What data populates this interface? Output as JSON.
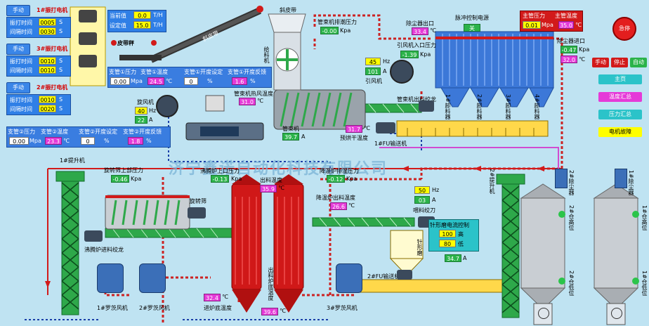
{
  "motors": [
    {
      "mode": "手动",
      "name": "1#振打电机",
      "labels": [
        "振打时间",
        "间隔时间"
      ],
      "values": [
        "0005",
        "0030"
      ],
      "unit": "S"
    },
    {
      "mode": "手动",
      "name": "3#振打电机",
      "labels": [
        "振打时间",
        "间隔时间"
      ],
      "values": [
        "0010",
        "0010"
      ],
      "unit": "S"
    },
    {
      "mode": "手动",
      "name": "2#振打电机",
      "labels": [
        "振打时间",
        "间隔时间"
      ],
      "values": [
        "0010",
        "0020"
      ],
      "unit": "S"
    }
  ],
  "current_value": {
    "label": "当前值",
    "value": "0.0",
    "unit": "T/H"
  },
  "set_value": {
    "label": "设定值",
    "value": "15.0",
    "unit": "T/H"
  },
  "belt_scale": "皮带秤",
  "inclined_belt": "斜皮带",
  "inclined_belt_lbl": "斜皮带",
  "feeder": "给料机",
  "main1": {
    "h": [
      "支管①压力",
      "支管①温度",
      "支管①开度设定",
      "支管①开度反馈"
    ],
    "v": [
      "0.00",
      "24.5",
      "0",
      "1.6"
    ],
    "u": [
      "Mpa",
      "℃",
      "%",
      "%"
    ]
  },
  "main2": {
    "h": [
      "支管②压力",
      "支管②温度",
      "支管②开度设定",
      "支管②开度反馈"
    ],
    "v": [
      "0.00",
      "23.3",
      "0",
      "1.8"
    ],
    "u": [
      "Mpa",
      "℃",
      "%",
      "%"
    ]
  },
  "bundle_exhaust": {
    "label": "管束机排潮压力",
    "value": "-0.00",
    "unit": "Kpa"
  },
  "bundle_hot_air": {
    "label": "管束机热风温度",
    "value": "31.0",
    "unit": "℃"
  },
  "fan": {
    "label": "旋风机",
    "hz": "40",
    "a": "22"
  },
  "bundle_machine": {
    "label": "管束机",
    "value": "39.7",
    "unit": "A"
  },
  "predry": {
    "label": "预烘干温度",
    "value": "31.7",
    "unit": "℃"
  },
  "conveyor1": "1#FU输送机",
  "bundle_outlet_screw": "管束机出料绞龙",
  "dust_outlet": {
    "label": "除尘器出口",
    "value": "33.4",
    "unit": "℃"
  },
  "induced_fan": {
    "label": "引风机",
    "hz": "45",
    "a": "101"
  },
  "induced_inlet": {
    "label": "引风机入口压力",
    "value": "-1.39",
    "unit": "Kpa"
  },
  "pulse_power": {
    "label": "脉冲控制电源",
    "value": "关"
  },
  "main_pressure": {
    "label": "主管压力",
    "value": "0.01",
    "unit": "Mpa"
  },
  "main_temp": {
    "label": "主管温度",
    "value": "35.0",
    "unit": "℃"
  },
  "dust_inlet": {
    "label": "除尘器进口",
    "value": "-0.47",
    "unit": "Kpa",
    "temp": "32.0",
    "tunit": "℃"
  },
  "emergency": "急停",
  "mode_btns": [
    "手动",
    "停止",
    "自动"
  ],
  "nav": [
    "主页",
    "温度汇总",
    "压力汇总",
    "电机故障"
  ],
  "discharge_screws": [
    "1#卸料器",
    "2#卸料器",
    "3#卸料器",
    "4#卸料器"
  ],
  "lift1": "1#提升机",
  "rotary_screen": {
    "label": "旋转筛上部压力",
    "value": "-0.46",
    "unit": "Kpa",
    "name": "旋转筛"
  },
  "boil_upper": {
    "label": "沸腾炉上口压力",
    "value": "-0.13",
    "unit": "Kpa"
  },
  "outlet_temp": {
    "label": "出料温度",
    "value": "35.9",
    "unit": "℃"
  },
  "cool_upper": {
    "label": "降温炉排湿压力",
    "value": "-0.12",
    "unit": "Kpa"
  },
  "cool_outlet": {
    "label": "降温炉出料温度",
    "value": "26.6",
    "unit": "℃"
  },
  "spray": {
    "hz": "50",
    "a": "03",
    "label": "喂料绞刀"
  },
  "boil_inlet_screw": "沸腾炉进料绞龙",
  "roots": [
    "1#罗茨风机",
    "2#罗茨风机",
    "3#罗茨风机"
  ],
  "inlet_temp": {
    "label": "进炉底温度",
    "value": "32.4",
    "unit": "℃"
  },
  "furnace_bottom": {
    "label": "出料炉底温度",
    "value": "39.6",
    "unit": "℃"
  },
  "needle": {
    "label": "针形磨电流控制",
    "high": "100",
    "low": "80",
    "hl": "高",
    "ll": "低"
  },
  "mill_label": "针形磨",
  "mill_current": {
    "value": "34.7",
    "unit": "A"
  },
  "conveyor2": "2#FU输送机",
  "lift2": "2#提升机",
  "silo2": {
    "dust": "2#除尘器",
    "high": "2#仓高位",
    "low": "2#仓低位"
  },
  "silo1": {
    "dust": "1#除尘器",
    "high": "1#仓高位",
    "low": "1#仓低位"
  },
  "watermark": "济宁鑫诺自动化科技有限公司",
  "colors": {
    "bg": "#bfe3f2",
    "red_tower": "#d01818",
    "green_conveyor": "#2ea84a",
    "yellow": "#ffff00",
    "purple": "#e53ad8"
  }
}
